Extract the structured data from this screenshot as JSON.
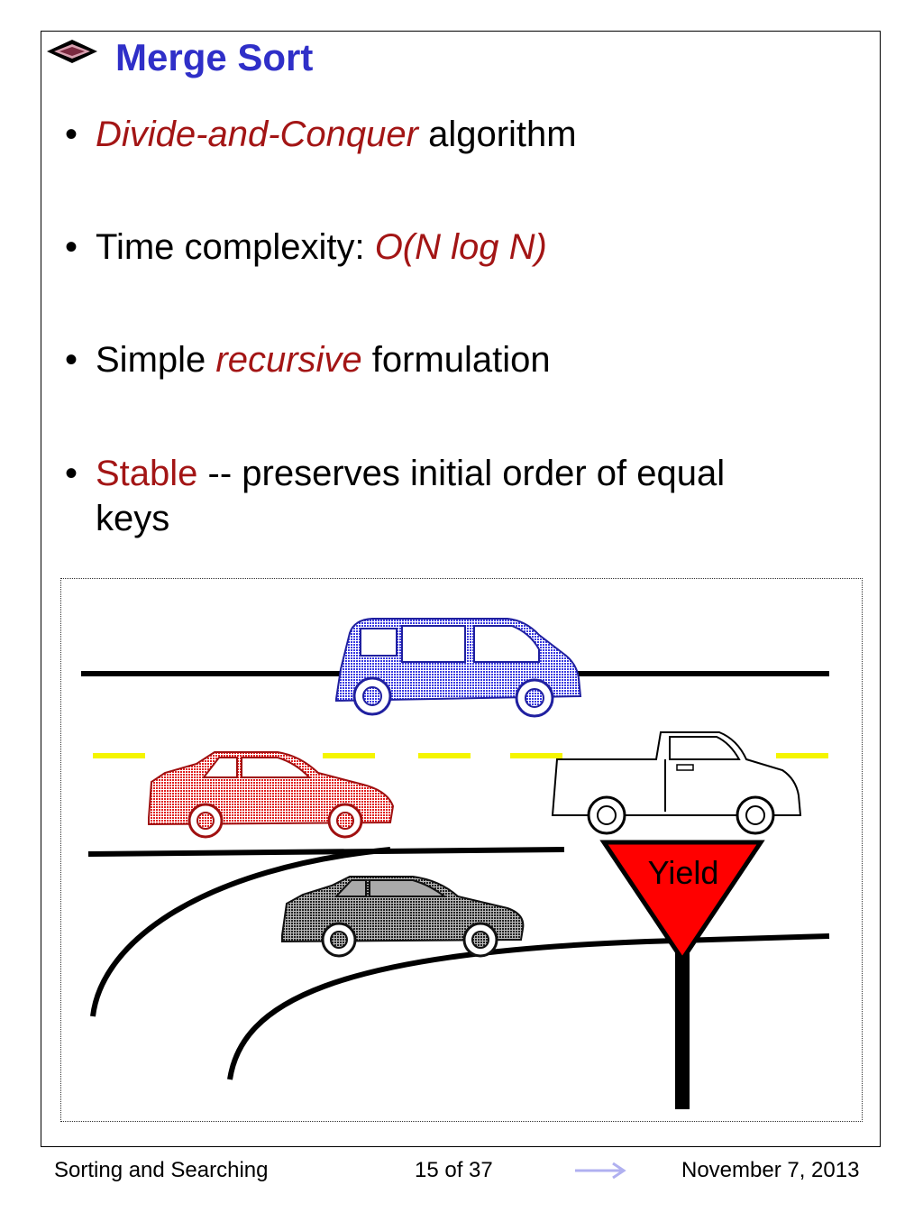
{
  "slide": {
    "title": "Merge Sort",
    "bullets": [
      {
        "emph": "Divide-and-Conquer",
        "rest": " algorithm"
      },
      {
        "lead": "Time complexity: ",
        "emph": "O(N log N)"
      },
      {
        "lead": "Simple ",
        "emph": "recursive",
        "rest": " formulation"
      },
      {
        "emph": "Stable",
        "rest": " -- preserves initial order of equal",
        "rest2": "keys"
      }
    ],
    "bullet_glyph": "•"
  },
  "illustration": {
    "sign_text": "Yield",
    "icons": [
      "diamond-icon",
      "van-icon",
      "red-car-icon",
      "pickup-truck-icon",
      "gray-car-icon",
      "yield-sign-icon",
      "arrow-icon"
    ]
  },
  "footer": {
    "left": "Sorting and Searching",
    "page": "15 of 37",
    "date": "November 7, 2013"
  },
  "colors": {
    "title": "#2f2fc8",
    "emphasis": "#a31515",
    "van": "#3a3adf",
    "red_car": "#e02020",
    "lane_marking": "#f5f500",
    "yield": "#ff0000",
    "arrow": "#b0b0f0"
  }
}
